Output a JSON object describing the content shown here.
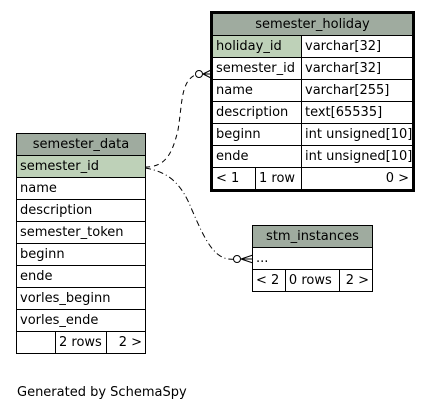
{
  "footer": "Generated by SchemaSpy",
  "tables": {
    "semester_data": {
      "title": "semester_data",
      "columns": [
        "semester_id",
        "name",
        "description",
        "semester_token",
        "beginn",
        "ende",
        "vorles_beginn",
        "vorles_ende"
      ],
      "footer": [
        "",
        "2 rows",
        "2 >"
      ]
    },
    "semester_holiday": {
      "title": "semester_holiday",
      "columns": [
        {
          "name": "holiday_id",
          "type": "varchar[32]"
        },
        {
          "name": "semester_id",
          "type": "varchar[32]"
        },
        {
          "name": "name",
          "type": "varchar[255]"
        },
        {
          "name": "description",
          "type": "text[65535]"
        },
        {
          "name": "beginn",
          "type": "int unsigned[10]"
        },
        {
          "name": "ende",
          "type": "int unsigned[10]"
        }
      ],
      "footer": [
        "< 1",
        "1 row",
        "0 >"
      ]
    },
    "stm_instances": {
      "title": "stm_instances",
      "columns": [
        "..."
      ],
      "footer": [
        "< 2",
        "0 rows",
        "2 >"
      ]
    }
  }
}
